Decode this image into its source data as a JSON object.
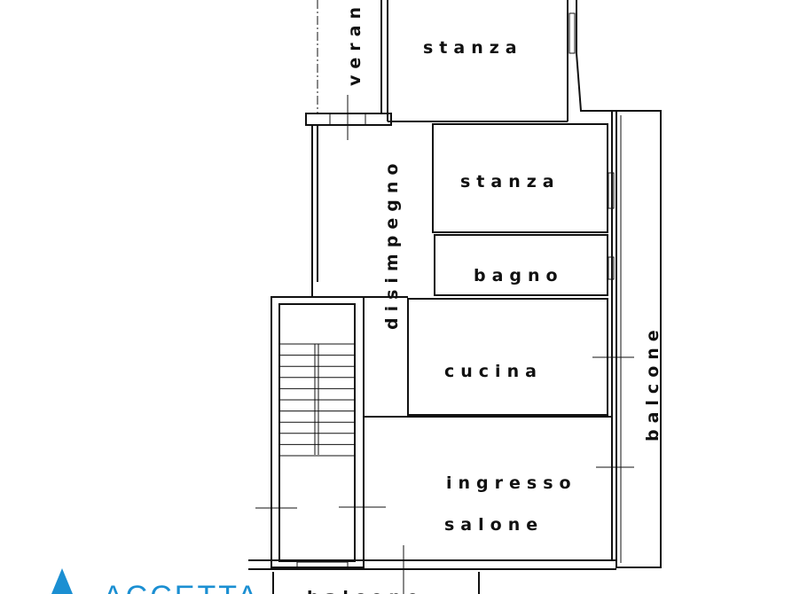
{
  "rooms": {
    "veranda": "veran",
    "stanza_top": "stanza",
    "disimpegno": "disimpegno",
    "stanza": "stanza",
    "bagno": "bagno",
    "cucina": "cucina",
    "ingresso": "ingresso",
    "salone": "salone",
    "balcone_right": "balcone",
    "balcone_bottom": "balcone"
  },
  "logo": {
    "text": "ACCETTA",
    "color": "#1b8fd2"
  }
}
